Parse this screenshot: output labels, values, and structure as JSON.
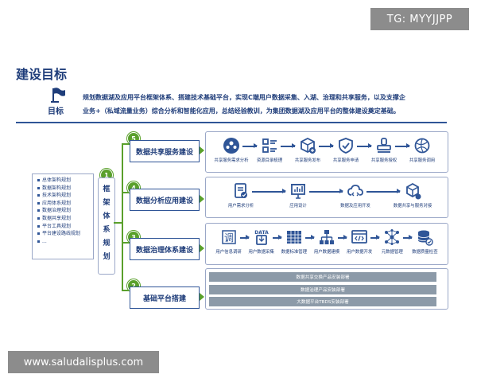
{
  "watermark_top": "TG: MYYJJPP",
  "watermark_bottom": "www.saludalisplus.com",
  "page_title": "建设目标",
  "goal": {
    "label": "目标",
    "text_line1": "规划数据湖及应用平台框架体系、搭建技术基础平台，实现C端用户数据采集、入湖、治理和共享服务，以及支撑企",
    "text_line2": "业务+（私域流量业务）综合分析和智能化应用，总结经验教训，为集团数据湖及应用平台的整体建设奠定基础。"
  },
  "left_list": [
    "总体架构规划",
    "数据架构规划",
    "技术架构规划",
    "应用体系规划",
    "数据治理规划",
    "数据共享规划",
    "平台工具规划",
    "平台建设路线规划",
    "..."
  ],
  "framework": {
    "number": "1",
    "chars": [
      "框",
      "架",
      "体",
      "系",
      "规",
      "划"
    ]
  },
  "sections": [
    {
      "number": "5",
      "label": "数据共享服务建设",
      "steps": [
        {
          "icon": "people-share-icon",
          "label": "共享服务需求分析"
        },
        {
          "icon": "catalog-icon",
          "label": "资源目录梳理"
        },
        {
          "icon": "cube-publish-icon",
          "label": "共享服务发布"
        },
        {
          "icon": "shield-check-icon",
          "label": "共享服务申请"
        },
        {
          "icon": "stamp-icon",
          "label": "共享服务授权"
        },
        {
          "icon": "globe-icon",
          "label": "共享服务调用"
        }
      ]
    },
    {
      "number": "4",
      "label": "数据分析应用建设",
      "steps": [
        {
          "icon": "document-check-icon",
          "label": "用户需求分析"
        },
        {
          "icon": "presentation-chart-icon",
          "label": "应用设计"
        },
        {
          "icon": "cloud-code-icon",
          "label": "数据及应用开发"
        },
        {
          "icon": "cube-connect-icon",
          "label": "数据共享与服务对接"
        }
      ]
    },
    {
      "number": "3",
      "label": "数据治理体系建设",
      "steps": [
        {
          "icon": "survey-icon",
          "label": "用户信息调研"
        },
        {
          "icon": "data-collect-icon",
          "label": "用户数据采集"
        },
        {
          "icon": "grid-table-icon",
          "label": "数据标准管理"
        },
        {
          "icon": "hierarchy-icon",
          "label": "用户数据建模"
        },
        {
          "icon": "code-window-icon",
          "label": "用户数据开发"
        },
        {
          "icon": "network-icon",
          "label": "元数据管理"
        },
        {
          "icon": "database-check-icon",
          "label": "数据质量检查"
        }
      ]
    },
    {
      "number": "2",
      "label": "基础平台搭建",
      "bars": [
        "数据共享交换产品安装部署",
        "数据治理产品安装部署",
        "大数据平台TBDS安装部署"
      ]
    }
  ],
  "colors": {
    "accent_green": "#5aa02c",
    "primary_blue": "#2f5597",
    "bar_gray": "#8c9aa8"
  }
}
